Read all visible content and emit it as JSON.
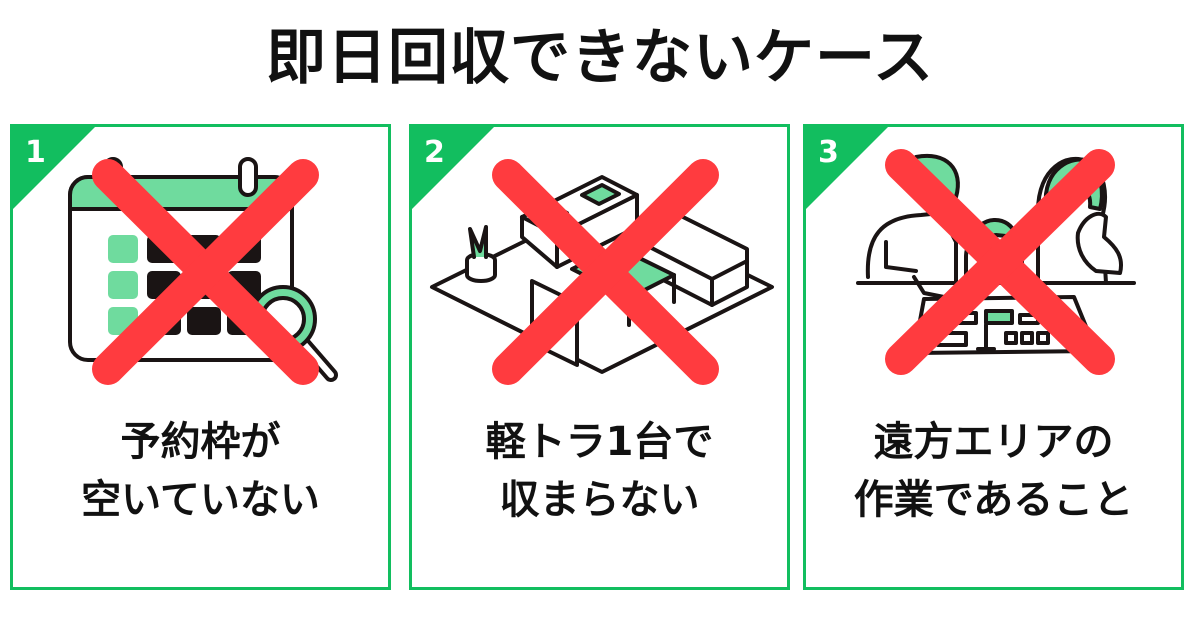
{
  "header": {
    "title": "即日回収できないケース"
  },
  "colors": {
    "accent_green": "#12be5f",
    "mint_fill": "#6fdb9e",
    "cross_red": "#ff3b3f",
    "outline": "#1a1414",
    "text": "#111111"
  },
  "panels": [
    {
      "number": "1",
      "illustration": "calendar-with-magnifier-icon",
      "overlay": "red-cross-icon",
      "caption_line1": "予約枠が",
      "caption_line2": "空いていない"
    },
    {
      "number": "2",
      "illustration": "isometric-room-furniture-icon",
      "overlay": "red-cross-icon",
      "caption_line1": "軽トラ1台で",
      "caption_line2": "収まらない"
    },
    {
      "number": "3",
      "illustration": "family-looking-at-map-icon",
      "overlay": "red-cross-icon",
      "caption_line1": "遠方エリアの",
      "caption_line2": "作業であること"
    }
  ]
}
